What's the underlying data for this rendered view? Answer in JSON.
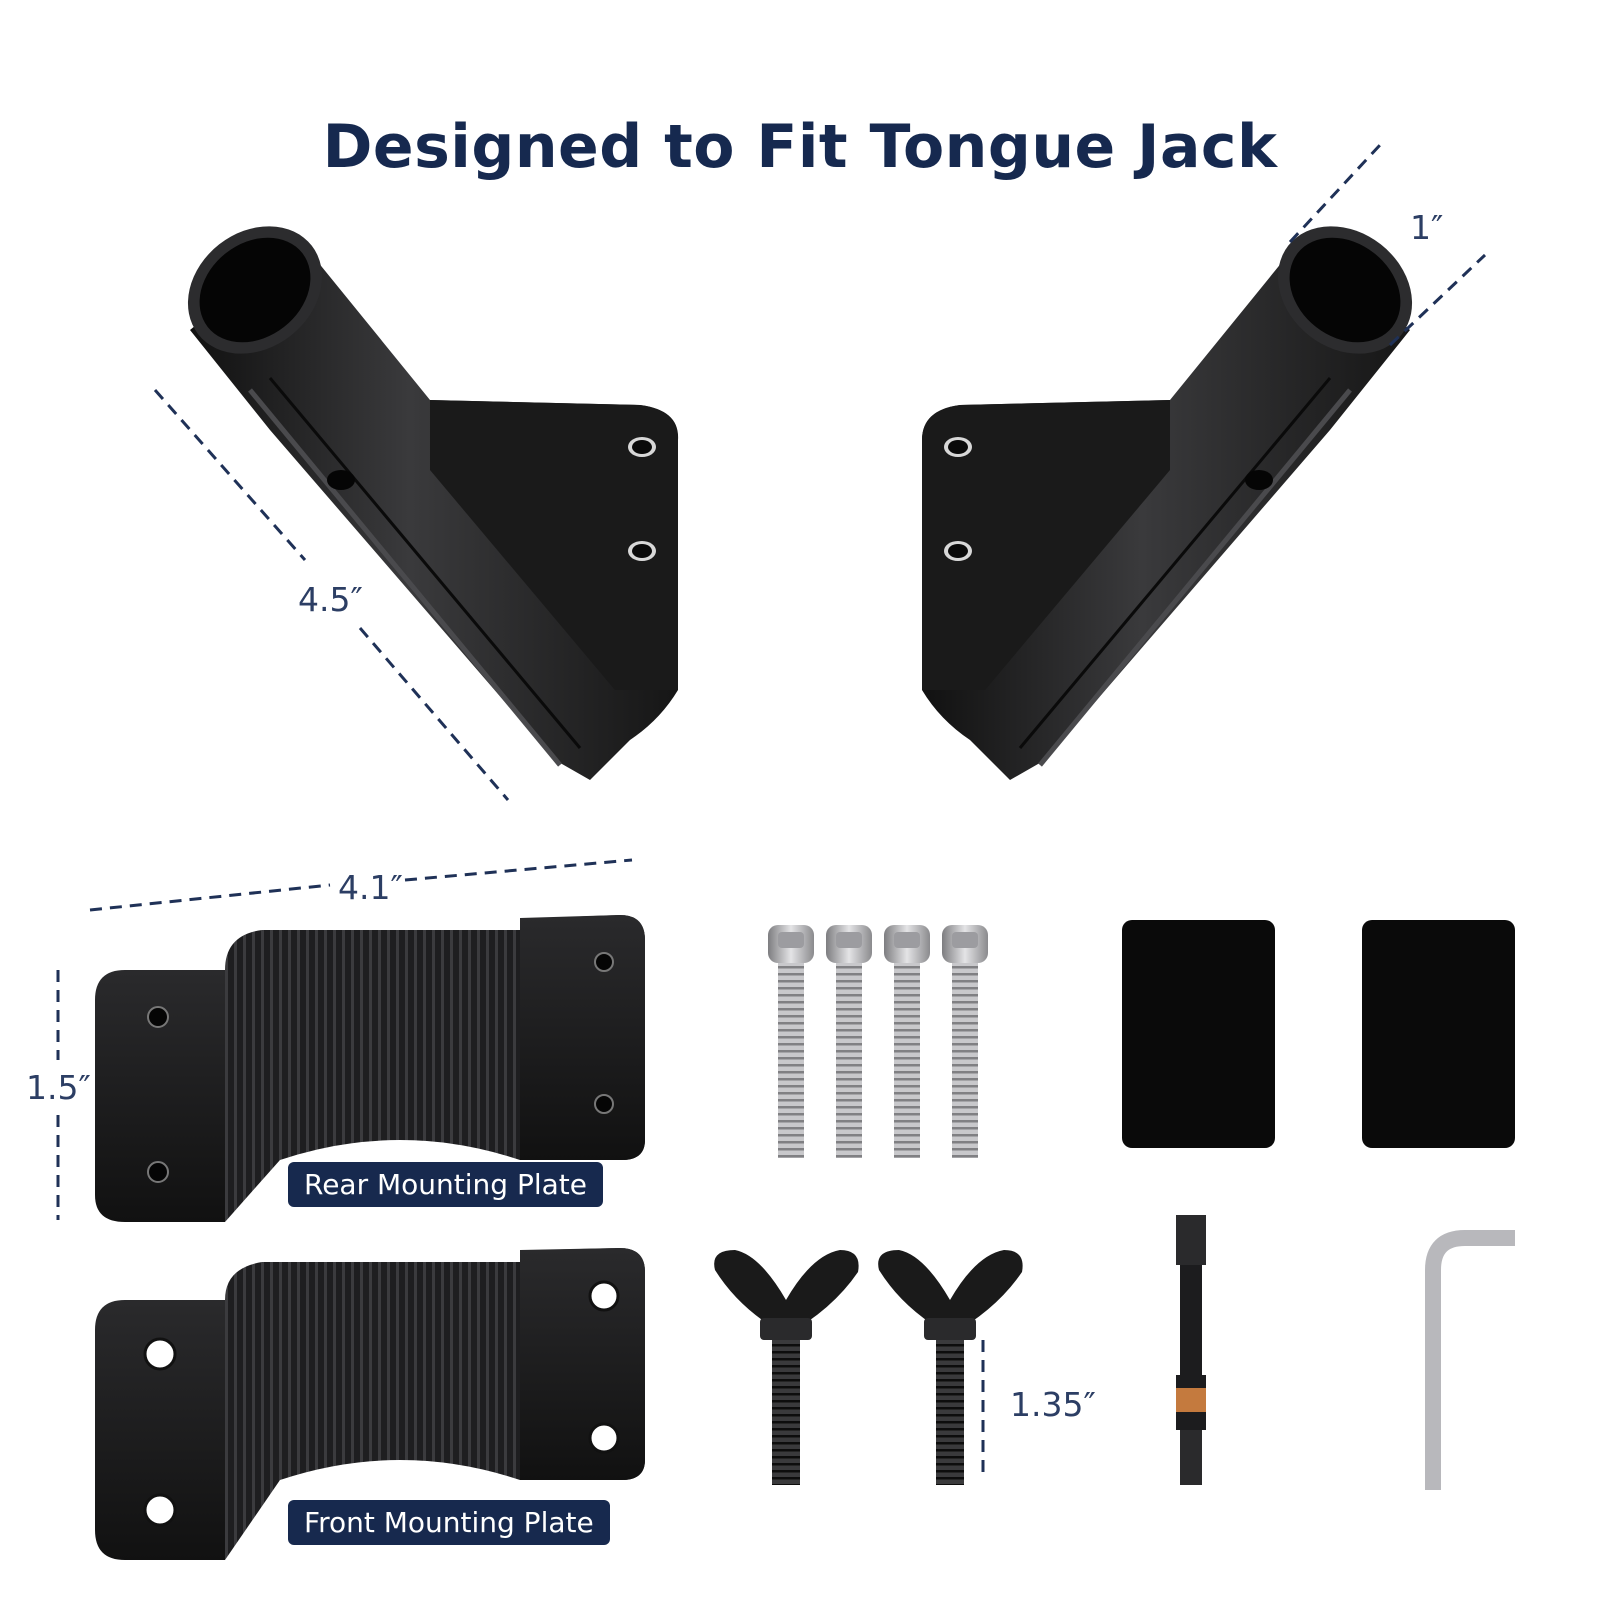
{
  "title": "Designed to Fit Tongue Jack",
  "dimensions": {
    "tube_length": "4.5″",
    "tube_diameter": "1″",
    "plate_width": "4.1″",
    "plate_height": "1.5″",
    "wing_bolt_length": "1.35″"
  },
  "labels": {
    "rear_plate": "Rear Mounting Plate",
    "front_plate": "Front Mounting Plate"
  },
  "colors": {
    "title": "#16294f",
    "badge_bg": "#17294e",
    "part": "#1c1c1e",
    "dash": "#1f3157"
  },
  "icons": [
    "hex-socket-bolt-icon",
    "wing-bolt-icon",
    "rubber-pad-icon",
    "hex-driver-bit-icon",
    "allen-key-icon"
  ]
}
